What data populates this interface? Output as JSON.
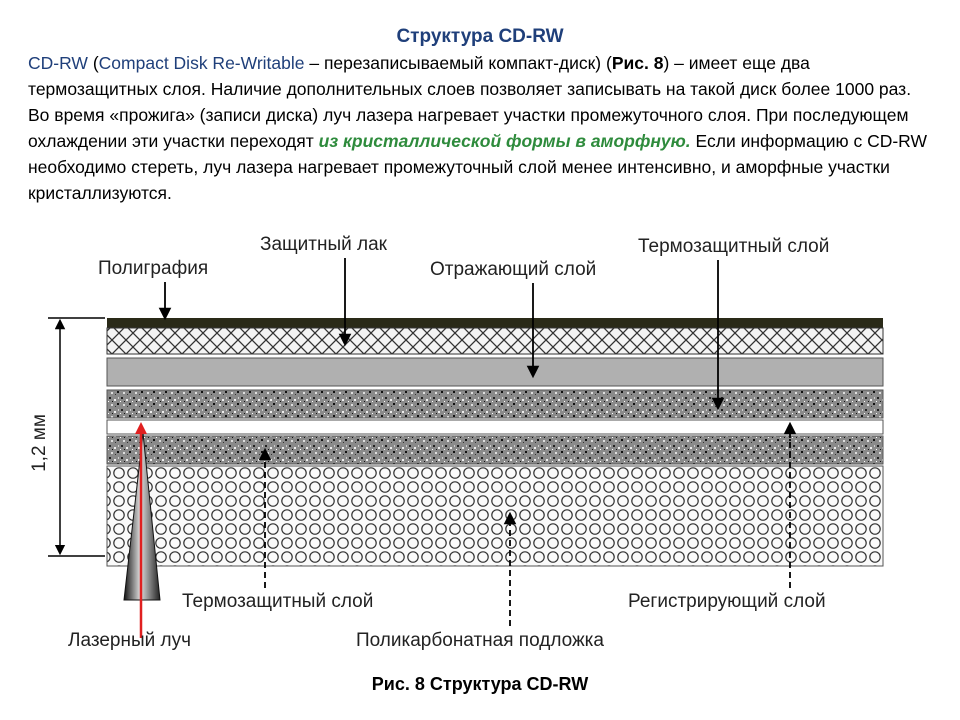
{
  "title": "Структура CD-RW",
  "para1": {
    "term": "CD-RW",
    "open": " (",
    "full": "Compact Disk Re-Writable",
    "after_full": " – перезаписываемый компакт-диск) (",
    "fig_ref": "Рис. 8",
    "rest": ") – имеет еще два термозащитных слоя. Наличие дополнительных слоев позволяет записывать на такой диск более 1000 раз."
  },
  "para2": {
    "before": "Во время «прожига» (записи диска) луч лазера нагревает участки промежуточного слоя. При последующем охлаждении эти участки переходят ",
    "highlight": "из кристаллической формы в аморфную.",
    "after": " Если информацию с CD-RW необходимо стереть, луч лазера нагревает промежуточный слой менее интенсивно, и аморфные участки кристаллизуются."
  },
  "diagram": {
    "labels": {
      "printing": "Полиграфия",
      "lacquer": "Защитный лак",
      "reflective": "Отражающий слой",
      "thermo_top": "Термозащитный слой",
      "thermo_bottom": "Термозащитный слой",
      "recording": "Регистрирующий слой",
      "laser": "Лазерный луч",
      "substrate": "Поликарбонатная подложка",
      "thickness": "1,2 мм"
    },
    "colors": {
      "printing_layer": "#2a2a18",
      "reflective_layer": "#b0b0b0",
      "laser_line": "#e02020"
    }
  },
  "caption": "Рис. 8 Структура CD-RW"
}
